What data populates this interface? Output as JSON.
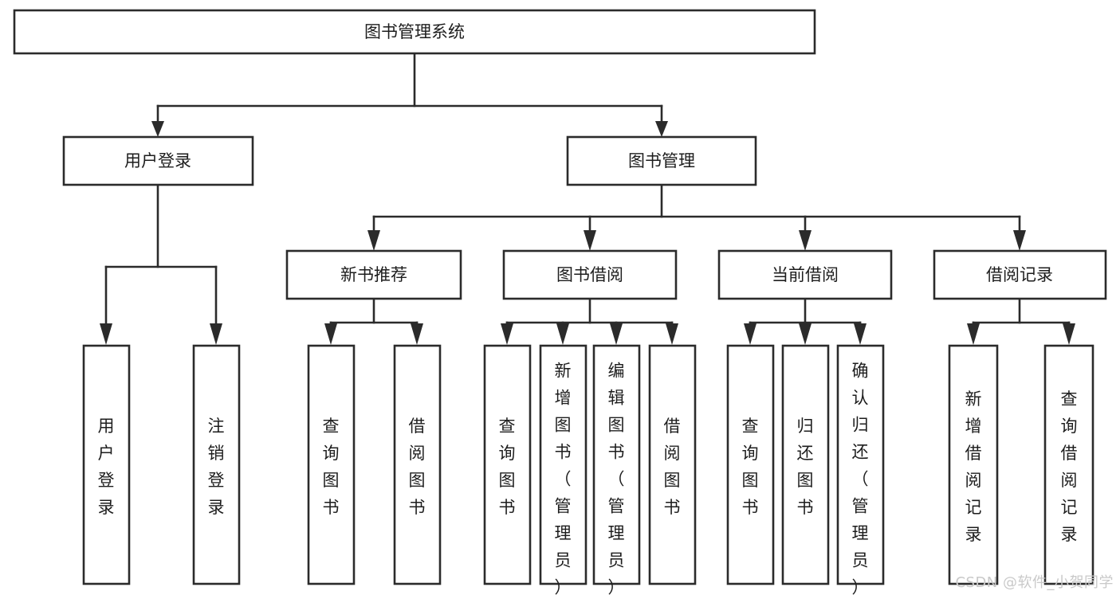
{
  "diagram": {
    "type": "tree-hierarchy-chart",
    "title": "图书管理系统",
    "background_color": "#ffffff",
    "line_color": "#2b2b2b",
    "text_color": "#1d1d1d",
    "root": {
      "label": "图书管理系统"
    },
    "level1": [
      {
        "label": "用户登录"
      },
      {
        "label": "图书管理"
      }
    ],
    "level2": [
      {
        "label": "新书推荐"
      },
      {
        "label": "图书借阅"
      },
      {
        "label": "当前借阅"
      },
      {
        "label": "借阅记录"
      }
    ],
    "leaves": {
      "user_login": [
        {
          "label": "用户登录"
        },
        {
          "label": "注销登录"
        }
      ],
      "new_book_recommend": [
        {
          "label": "查询图书"
        },
        {
          "label": "借阅图书"
        }
      ],
      "book_borrow": [
        {
          "label": "查询图书"
        },
        {
          "label": "新增图书（管理员）"
        },
        {
          "label": "编辑图书（管理员）"
        },
        {
          "label": "借阅图书"
        }
      ],
      "current_borrow": [
        {
          "label": "查询图书"
        },
        {
          "label": "归还图书"
        },
        {
          "label": "确认归还（管理员）"
        }
      ],
      "borrow_record": [
        {
          "label": "新增借阅记录"
        },
        {
          "label": "查询借阅记录"
        }
      ]
    }
  },
  "watermark": {
    "text": "CSDN @软件_小贺同学",
    "color": "#c9c9c9"
  }
}
